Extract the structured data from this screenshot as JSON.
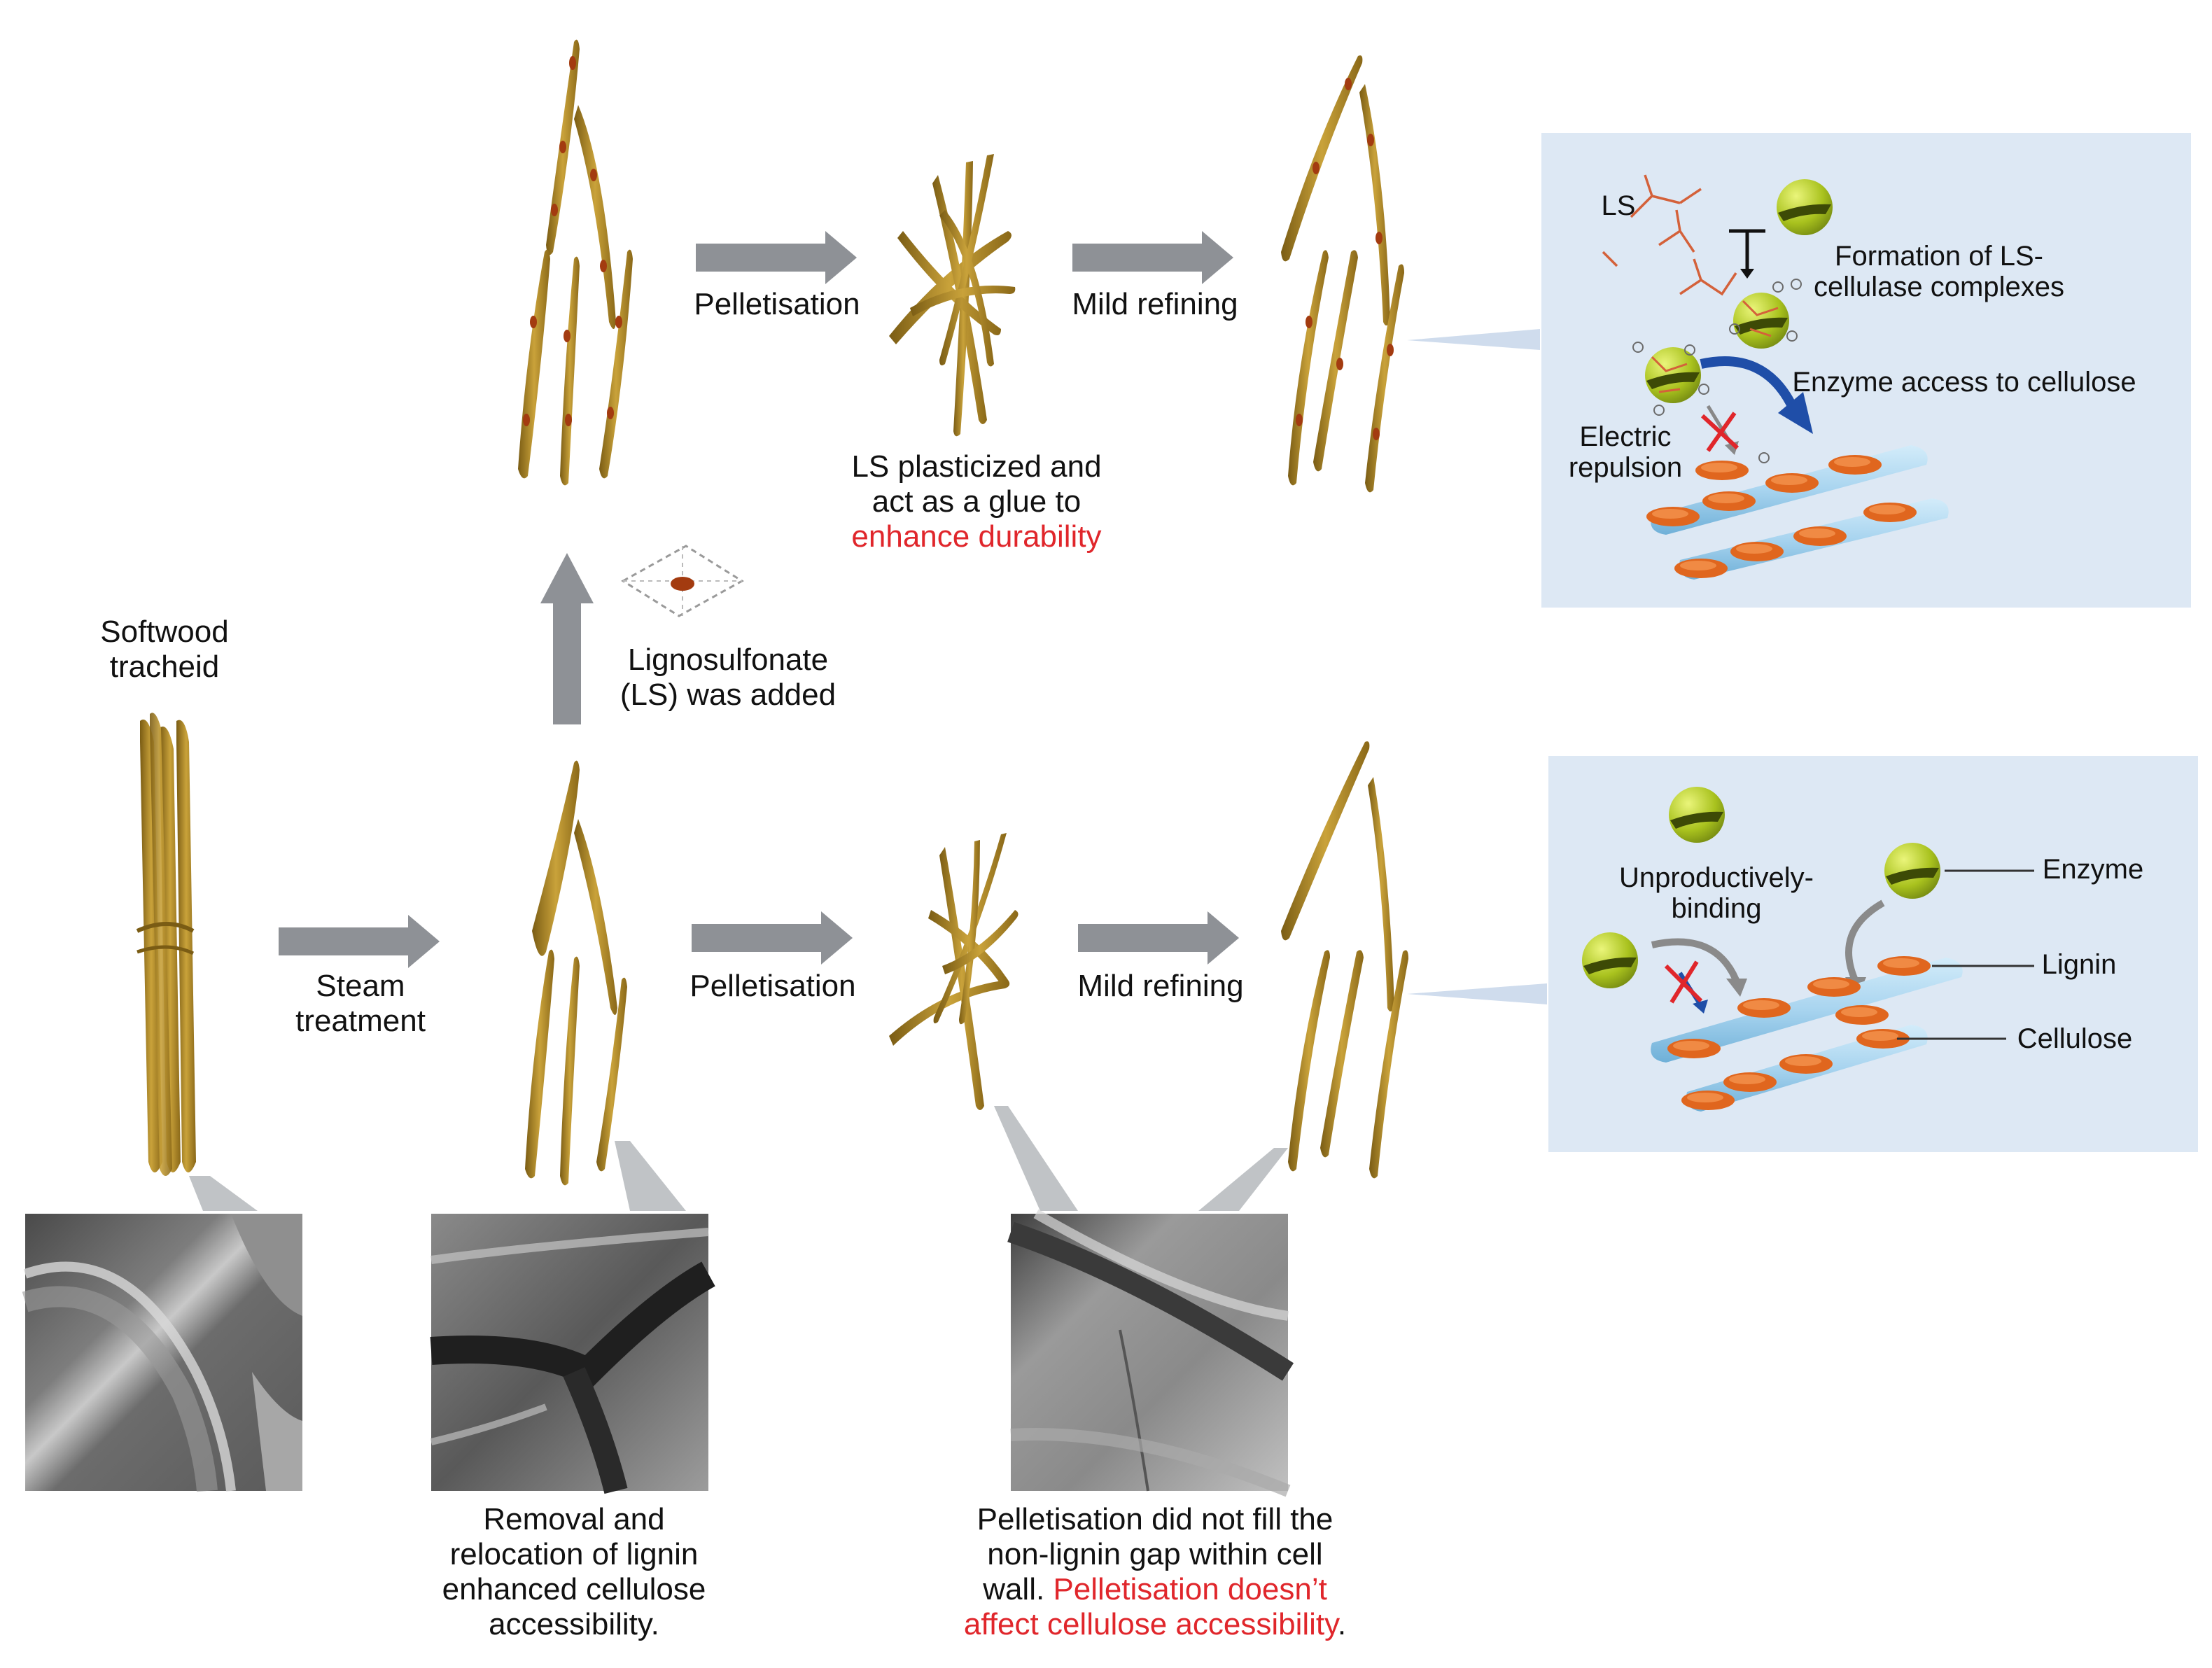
{
  "colors": {
    "fiber": "#b08a2a",
    "fiber_dark": "#7a5c14",
    "lignin_spot": "#a33b10",
    "arrow": "#8e9196",
    "panel_bg": "#dde8f4",
    "enzyme": "#a9c21e",
    "cellulose": "#a8d4ef",
    "lignin": "#e0661e",
    "highlight_red": "#e0262b",
    "repulsion_arrow": "#1f4ea8"
  },
  "labels": {
    "softwood": [
      "Softwood",
      "tracheid"
    ],
    "steam": [
      "Steam",
      "treatment"
    ],
    "pellet_top": "Pelletisation",
    "mild_top": "Mild refining",
    "pellet_bottom": "Pelletisation",
    "mild_bottom": "Mild refining",
    "ls_added": [
      "Lignosulfonate",
      "(LS) was added"
    ],
    "ls_plasticized": [
      "LS plasticized and",
      "act as a glue to"
    ],
    "ls_plasticized_red": "enhance durability",
    "removal": [
      "Removal and",
      "relocation of lignin",
      "enhanced cellulose",
      "accessibility."
    ],
    "pellet_note": [
      "Pelletisation did not fill the",
      "non-lignin gap within cell"
    ],
    "pellet_note_line3_black": "wall.",
    "pellet_note_line3_red": "Pelletisation doesn’t",
    "pellet_note_line4_red": "affect cellulose accessibility",
    "pellet_note_line4_end": "."
  },
  "top_panel": {
    "ls": "LS",
    "formation": [
      "Formation of LS-",
      "cellulase complexes"
    ],
    "enzyme_access": "Enzyme access to cellulose",
    "repulsion": [
      "Electric",
      "repulsion"
    ]
  },
  "bottom_panel": {
    "unproductive": [
      "Unproductively-",
      "binding"
    ],
    "enzyme": "Enzyme",
    "lignin": "Lignin",
    "cellulose": "Cellulose"
  }
}
